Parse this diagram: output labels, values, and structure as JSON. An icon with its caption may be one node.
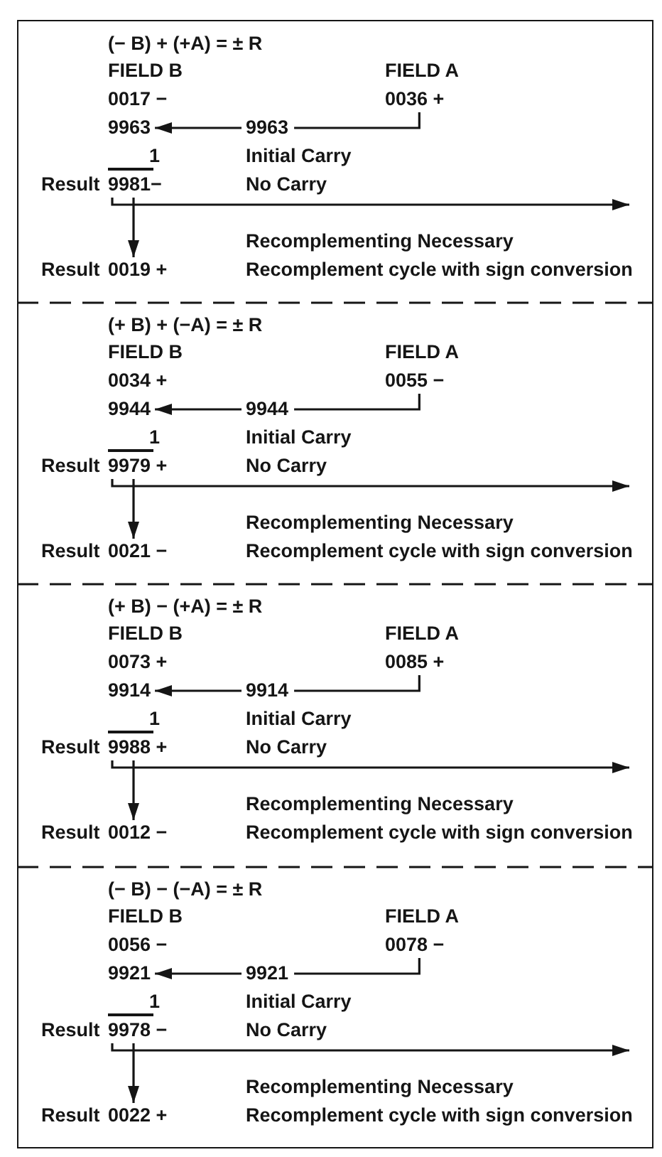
{
  "diagram": {
    "nodes": [
      {
        "text": [
          "(− B) + (+A) = ± R",
          "FIELD B",
          "FIELD A",
          "0017 −",
          "1",
          "Initial Carry",
          "No Carry",
          "Recomplementing Necessary",
          "Recomplement cycle with sign conversion"
        ]
      },
      {
        "text": [
          "0036 +"
        ],
        "in": 0
      },
      {
        "text": [
          "9963"
        ],
        "in": 0
      },
      {
        "text": [
          "9963"
        ],
        "in": 0
      },
      {
        "text": [
          "9981−"
        ],
        "beside": [
          "Result"
        ],
        "in": 0
      },
      {
        "text": [
          "0019 +"
        ],
        "beside": [
          "Result"
        ],
        "in": 0
      },
      {
        "text": [
          "(+ B) + (−A) = ± R",
          "FIELD B",
          "FIELD A",
          "0034 +",
          "1",
          "Initial Carry",
          "No Carry",
          "Recomplementing Necessary",
          "Recomplement cycle with sign conversion"
        ]
      },
      {
        "text": [
          "0055 −"
        ],
        "in": 6
      },
      {
        "text": [
          "9944"
        ],
        "in": 6
      },
      {
        "text": [
          "9944"
        ],
        "in": 6
      },
      {
        "text": [
          "9979 +"
        ],
        "beside": [
          "Result"
        ],
        "in": 6
      },
      {
        "text": [
          "0021 −"
        ],
        "beside": [
          "Result"
        ],
        "in": 6
      },
      {
        "text": [
          "(+ B) − (+A) = ± R",
          "FIELD B",
          "FIELD A",
          "0073 +",
          "1",
          "Initial Carry",
          "No Carry",
          "Recomplementing Necessary",
          "Recomplement cycle with sign conversion"
        ]
      },
      {
        "text": [
          "0085 +"
        ],
        "in": 12
      },
      {
        "text": [
          "9914"
        ],
        "in": 12
      },
      {
        "text": [
          "9914"
        ],
        "in": 12
      },
      {
        "text": [
          "9988 +"
        ],
        "beside": [
          "Result"
        ],
        "in": 12
      },
      {
        "text": [
          "0012 −"
        ],
        "beside": [
          "Result"
        ],
        "in": 12
      },
      {
        "text": [
          "(− B) − (−A) = ± R",
          "FIELD B",
          "FIELD A",
          "0056 −",
          "1",
          "Initial Carry",
          "No Carry",
          "Recomplementing Necessary",
          "Recomplement cycle with sign conversion"
        ]
      },
      {
        "text": [
          "0078 −"
        ],
        "in": 18
      },
      {
        "text": [
          "9921"
        ],
        "in": 18
      },
      {
        "text": [
          "9921"
        ],
        "in": 18
      },
      {
        "text": [
          "9978 −"
        ],
        "beside": [
          "Result"
        ],
        "in": 18
      },
      {
        "text": [
          "0022 +"
        ],
        "beside": [
          "Result"
        ],
        "in": 18
      }
    ],
    "edges": [
      {
        "from": 1,
        "to": 3,
        "arrow": "none"
      },
      {
        "from": 3,
        "to": 2,
        "arrow": "to"
      },
      {
        "from": 4,
        "to": null,
        "arrow": "to"
      },
      {
        "from": 4,
        "to": 5,
        "arrow": "to"
      },
      {
        "from": 7,
        "to": 9,
        "arrow": "none"
      },
      {
        "from": 9,
        "to": 8,
        "arrow": "to"
      },
      {
        "from": 10,
        "to": null,
        "arrow": "to"
      },
      {
        "from": 10,
        "to": 11,
        "arrow": "to"
      },
      {
        "from": 13,
        "to": 15,
        "arrow": "none"
      },
      {
        "from": 15,
        "to": 14,
        "arrow": "to"
      },
      {
        "from": 16,
        "to": null,
        "arrow": "to"
      },
      {
        "from": 16,
        "to": 17,
        "arrow": "to"
      },
      {
        "from": 19,
        "to": 21,
        "arrow": "none"
      },
      {
        "from": 21,
        "to": 20,
        "arrow": "to"
      },
      {
        "from": 22,
        "to": null,
        "arrow": "to"
      },
      {
        "from": 22,
        "to": 23,
        "arrow": "to"
      }
    ]
  }
}
